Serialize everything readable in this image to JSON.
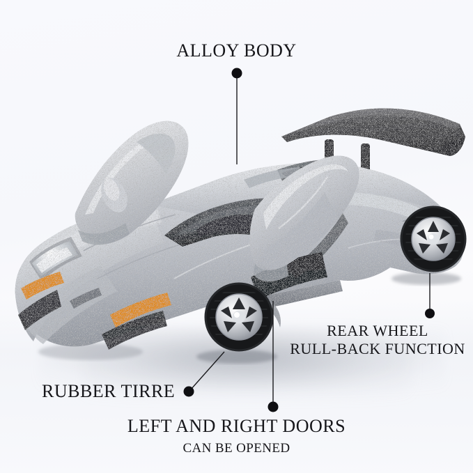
{
  "image": {
    "subject": "silver die-cast model sports car with butterfly doors open",
    "background_color": "#f7f8fc",
    "body_color": "#c9ccd2",
    "accent_color": "#16161a",
    "wing_color": "#3a3a3c",
    "tire_color": "#1b1b1d",
    "indicator_color": "#e08a22"
  },
  "callouts": [
    {
      "id": "alloy-body",
      "label": "ALLOY BODY",
      "line2": "",
      "sub": ""
    },
    {
      "id": "rear-wheel",
      "label": "REAR WHEEL",
      "line2": "RULL-BACK FUNCTION",
      "sub": ""
    },
    {
      "id": "rubber-tire",
      "label": "RUBBER TIRRE",
      "line2": "",
      "sub": ""
    },
    {
      "id": "doors",
      "label": "LEFT AND RIGHT DOORS",
      "line2": "",
      "sub": "CAN BE OPENED"
    }
  ]
}
